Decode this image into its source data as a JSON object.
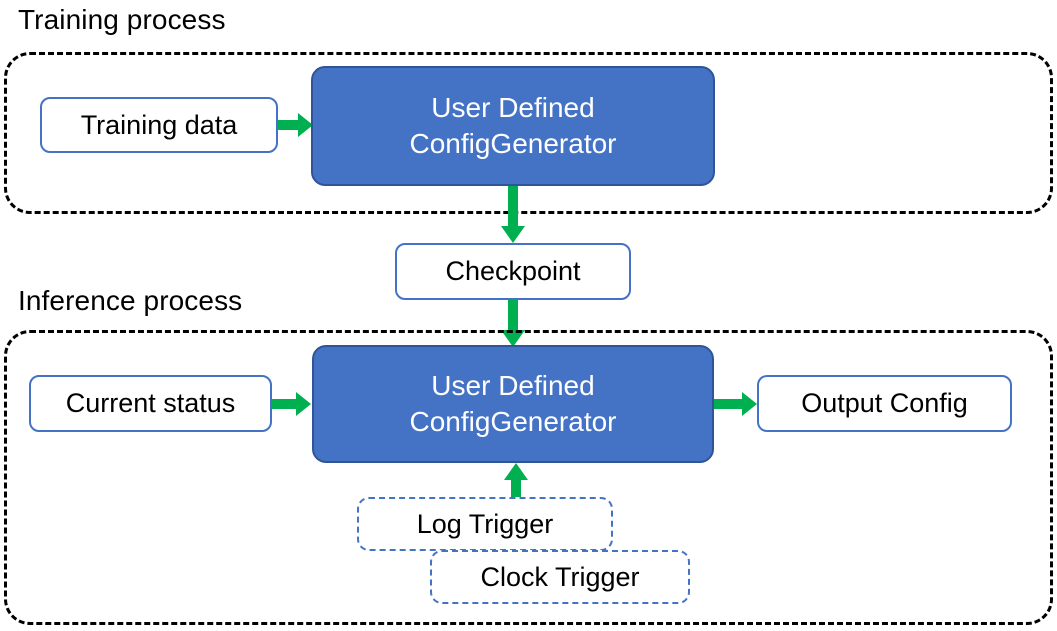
{
  "diagram": {
    "title_training": "Training process",
    "title_inference": "Inference process",
    "colors": {
      "accent_blue": "#4472C4",
      "blue_border": "#2F5597",
      "arrow_green": "#00B050",
      "container_dash": "#000000",
      "background": "#FFFFFF"
    }
  },
  "training": {
    "caption": "Training process",
    "input_box": "Training data",
    "process_box_line1": "User Defined",
    "process_box_line2": "ConfigGenerator"
  },
  "checkpoint": {
    "label": "Checkpoint"
  },
  "inference": {
    "caption": "Inference process",
    "input_box": "Current status",
    "process_box_line1": "User Defined",
    "process_box_line2": "ConfigGenerator",
    "output_box": "Output Config",
    "triggers": [
      {
        "label": "Log Trigger"
      },
      {
        "label": "Clock Trigger"
      }
    ]
  },
  "arrows": [
    {
      "name": "training-data-to-generator",
      "direction": "right"
    },
    {
      "name": "generator-to-checkpoint",
      "direction": "down"
    },
    {
      "name": "checkpoint-to-inference-generator",
      "direction": "down"
    },
    {
      "name": "current-status-to-generator",
      "direction": "right"
    },
    {
      "name": "generator-to-output-config",
      "direction": "right"
    },
    {
      "name": "triggers-to-generator",
      "direction": "up"
    }
  ]
}
